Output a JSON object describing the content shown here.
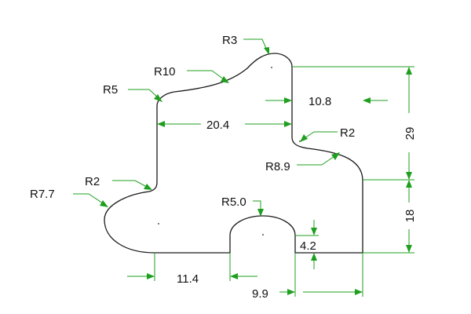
{
  "labels": {
    "r3": "R3",
    "r10": "R10",
    "r5": "R5",
    "r2_top": "R2",
    "r8_9": "R8.9",
    "r2_left": "R2",
    "r7_7": "R7.7",
    "r5_0": "R5.0",
    "d10_8": "10.8",
    "d20_4": "20.4",
    "d29": "29",
    "d18": "18",
    "d4_2": "4.2",
    "d11_4": "11.4",
    "d9_9": "9.9"
  },
  "colors": {
    "outline": "#1a1a1a",
    "dimension": "#1f9f1f",
    "text": "#111111"
  }
}
